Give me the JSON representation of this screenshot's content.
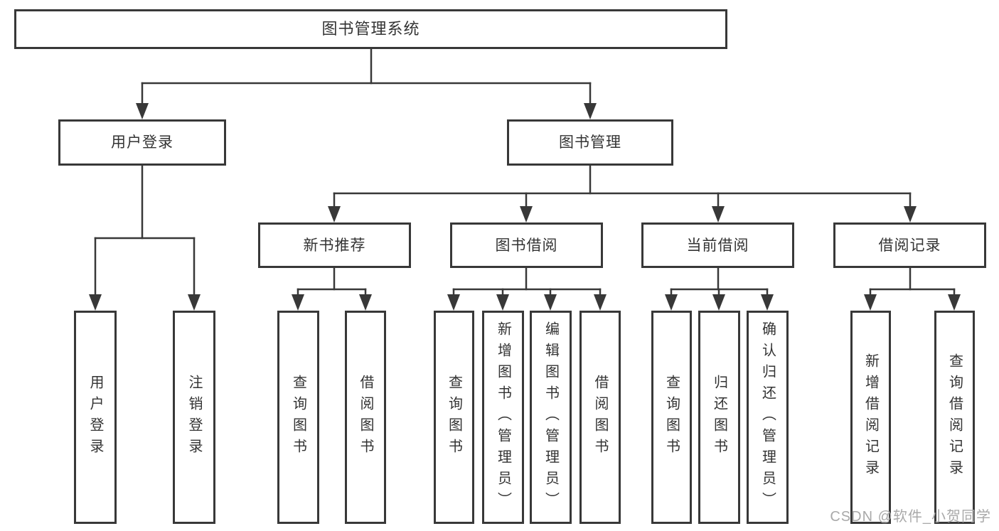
{
  "colors": {
    "line": "#383838",
    "border": "#383838",
    "text": "#333333",
    "background": "#ffffff",
    "watermark": "#a9a9a9"
  },
  "tree": {
    "root": {
      "label": "图书管理系统"
    },
    "branches": [
      {
        "label": "用户登录",
        "children": [
          {
            "label": "用户登录"
          },
          {
            "label": "注销登录"
          }
        ]
      },
      {
        "label": "图书管理",
        "children": [
          {
            "label": "新书推荐",
            "children": [
              {
                "label": "查询图书"
              },
              {
                "label": "借阅图书"
              }
            ]
          },
          {
            "label": "图书借阅",
            "children": [
              {
                "label": "查询图书"
              },
              {
                "label": "新增图书（管理员）"
              },
              {
                "label": "编辑图书（管理员）"
              },
              {
                "label": "借阅图书"
              }
            ]
          },
          {
            "label": "当前借阅",
            "children": [
              {
                "label": "查询图书"
              },
              {
                "label": "归还图书"
              },
              {
                "label": "确认归还（管理员）"
              }
            ]
          },
          {
            "label": "借阅记录",
            "children": [
              {
                "label": "新增借阅记录"
              },
              {
                "label": "查询借阅记录"
              }
            ]
          }
        ]
      }
    ]
  },
  "watermark": {
    "text": "CSDN @软件_小贺同学"
  }
}
